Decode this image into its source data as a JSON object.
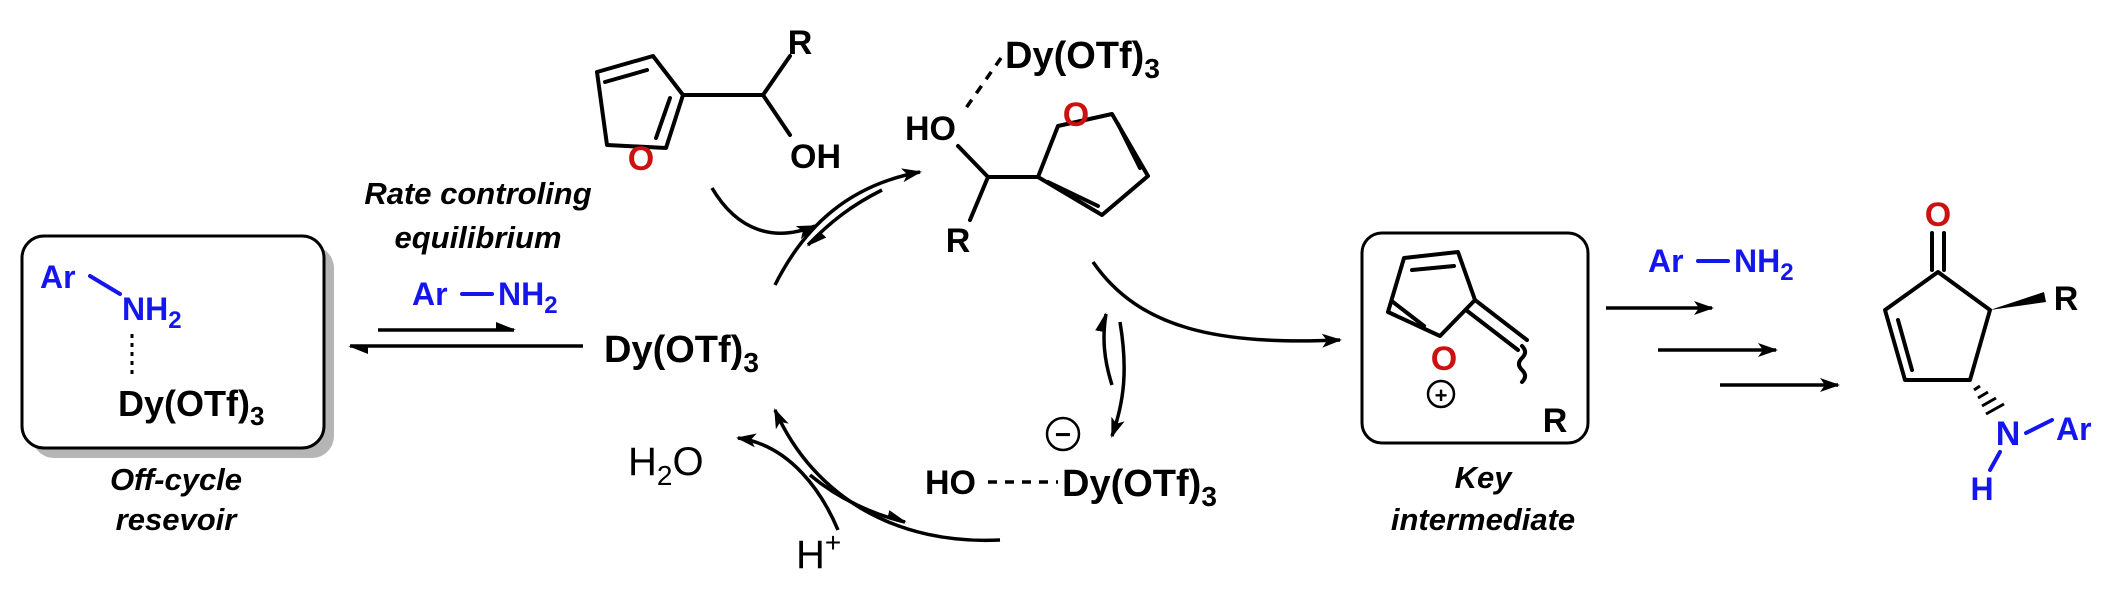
{
  "colors": {
    "amine": "#1515ee",
    "oxygen": "#cc1111",
    "text": "#000000",
    "box_shadow": "#b5b5b5"
  },
  "offcycle": {
    "ar": "Ar",
    "nh2": "NH",
    "nh2_sub": "2",
    "dy": "Dy(OTf)",
    "dy_sub": "3",
    "caption_line1": "Off-cycle",
    "caption_line2": "resevoir"
  },
  "equilibrium": {
    "label_line1": "Rate controling",
    "label_line2": "equilibrium",
    "amine_ar": "Ar",
    "amine_nh2": "NH",
    "amine_sub": "2"
  },
  "center_catalyst": {
    "text": "Dy(OTf)",
    "sub": "3"
  },
  "top_left_alcohol": {
    "R": "R",
    "OH": "OH",
    "O": "O"
  },
  "complex_top": {
    "dy": "Dy(OTf)",
    "dy_sub": "3",
    "HO": "HO",
    "R": "R",
    "O": "O"
  },
  "hydroxide_complex": {
    "ho": "HO",
    "dy": "Dy(OTf)",
    "dy_sub": "3",
    "minus": "−"
  },
  "water_release": {
    "h2o_h": "H",
    "h2o_sub": "2",
    "h2o_o": "O",
    "proton": "H",
    "proton_charge": "+"
  },
  "key_intermediate": {
    "O": "O",
    "R": "R",
    "plus": "+",
    "caption_line1": "Key",
    "caption_line2": "intermediate"
  },
  "reagent": {
    "ar": "Ar",
    "nh2": "NH",
    "sub": "2"
  },
  "product": {
    "O": "O",
    "R": "R",
    "N": "N",
    "Ar": "Ar",
    "H": "H"
  }
}
